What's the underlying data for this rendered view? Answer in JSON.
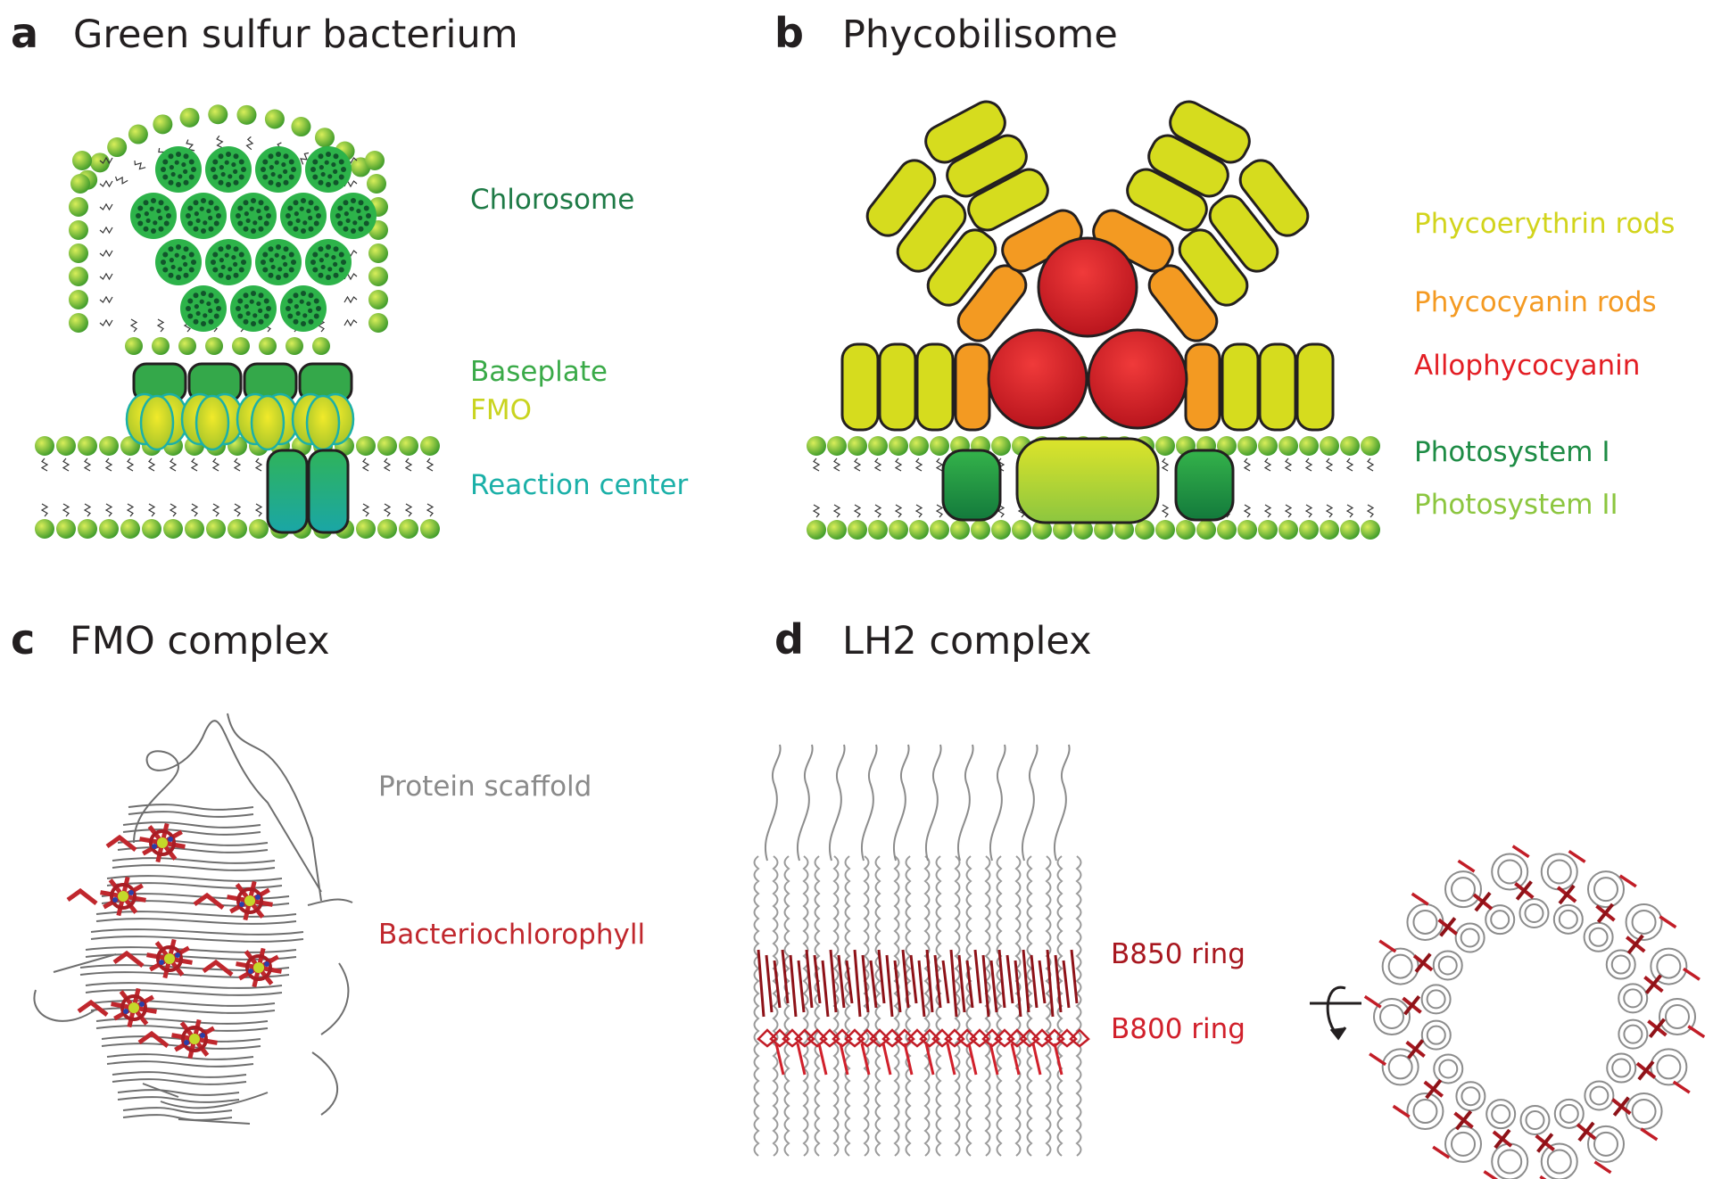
{
  "panels": {
    "a": {
      "letter": "a",
      "title": "Green sulfur bacterium",
      "labels": {
        "chlorosome": "Chlorosome",
        "baseplate": "Baseplate",
        "fmo": "FMO",
        "reaction_center": "Reaction center"
      }
    },
    "b": {
      "letter": "b",
      "title": "Phycobilisome",
      "labels": {
        "phycoerythrin": "Phycoerythrin rods",
        "phycocyanin": "Phycocyanin rods",
        "allophycocyanin": "Allophycocyanin",
        "ps1": "Photosystem I",
        "ps2": "Photosystem II"
      }
    },
    "c": {
      "letter": "c",
      "title": "FMO complex",
      "labels": {
        "scaffold": "Protein scaffold",
        "bchl": "Bacteriochlorophyll"
      }
    },
    "d": {
      "letter": "d",
      "title": "LH2 complex",
      "labels": {
        "b850": "B850 ring",
        "b800": "B800 ring"
      }
    }
  },
  "colors": {
    "chlorosome": "#1e7a46",
    "baseplate": "#3aaa48",
    "fmo": "#c9d41f",
    "reaction_center": "#1bb0a8",
    "phycoerythrin": "#d2d41c",
    "phycocyanin": "#f49a22",
    "allophycocyanin": "#e31e24",
    "ps1": "#1e8c45",
    "ps2": "#8cc63f",
    "scaffold": "#8a8a8a",
    "bchl": "#c0272d",
    "b850": "#a8171f",
    "b800": "#d1202b",
    "membrane": "#7fbf2a",
    "outline": "#231f20",
    "text_dark": "#231f20"
  }
}
